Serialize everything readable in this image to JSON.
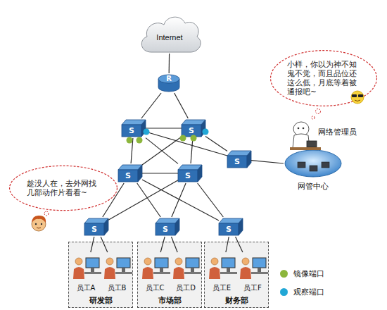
{
  "diagram": {
    "nodes": [
      {
        "text": [
          "Internet"
        ]
      },
      {
        "text": [
          "R"
        ]
      },
      {
        "text": [
          "小样，你以为神不知鬼不觉，而且品位还这么低，月底等着被通报吧~"
        ]
      },
      {
        "text": [
          "S"
        ]
      },
      {
        "text": [
          "S"
        ]
      },
      {
        "text": [
          "S"
        ]
      },
      {
        "text": [
          "S"
        ]
      },
      {
        "text": [
          "S"
        ]
      },
      {
        "text": [
          "网管中心"
        ]
      },
      {
        "text": [
          "趁没人在，去外网找几部动作片看看~"
        ]
      },
      {
        "text": [
          "S"
        ]
      },
      {
        "text": [
          "S"
        ]
      },
      {
        "text": [
          "S"
        ]
      },
      {
        "text": [
          "研发部"
        ]
      },
      {
        "text": [
          "员工A"
        ],
        "in": 13
      },
      {
        "text": [
          "员工B"
        ],
        "in": 13
      },
      {
        "text": [
          "市场部"
        ]
      },
      {
        "text": [
          "员工C"
        ],
        "in": 16
      },
      {
        "text": [
          "员工D"
        ],
        "in": 16
      },
      {
        "text": [
          "财务部"
        ]
      },
      {
        "text": [
          "员工E"
        ],
        "in": 19
      },
      {
        "text": [
          "员工F"
        ],
        "in": 19
      }
    ],
    "edges": [
      {
        "from": 0,
        "to": 1,
        "arrow": "none"
      },
      {
        "from": 1,
        "to": 3,
        "arrow": "none"
      },
      {
        "from": 1,
        "to": 4,
        "arrow": "none"
      },
      {
        "from": 3,
        "to": 4,
        "arrow": "none"
      },
      {
        "from": 3,
        "to": 5,
        "arrow": "none"
      },
      {
        "from": 3,
        "to": 6,
        "arrow": "none"
      },
      {
        "from": 4,
        "to": 5,
        "arrow": "none"
      },
      {
        "from": 4,
        "to": 6,
        "arrow": "none"
      },
      {
        "from": 5,
        "to": 6,
        "arrow": "none"
      },
      {
        "from": 3,
        "to": 7,
        "arrow": "none"
      },
      {
        "from": 4,
        "to": 7,
        "arrow": "none"
      },
      {
        "from": 7,
        "to": 8,
        "arrow": "none"
      },
      {
        "from": 5,
        "to": 10,
        "arrow": "none"
      },
      {
        "from": 5,
        "to": 11,
        "arrow": "none"
      },
      {
        "from": 5,
        "to": 12,
        "arrow": "none"
      },
      {
        "from": 6,
        "to": 10,
        "arrow": "none"
      },
      {
        "from": 6,
        "to": 11,
        "arrow": "none"
      },
      {
        "from": 6,
        "to": 12,
        "arrow": "none"
      },
      {
        "from": 10,
        "to": 14,
        "arrow": "none"
      },
      {
        "from": 10,
        "to": 15,
        "arrow": "none"
      },
      {
        "from": 11,
        "to": 17,
        "arrow": "none"
      },
      {
        "from": 11,
        "to": 18,
        "arrow": "none"
      },
      {
        "from": 12,
        "to": 20,
        "arrow": "none"
      },
      {
        "from": 12,
        "to": 21,
        "arrow": "none"
      }
    ],
    "labels": [
      "网络管理员"
    ],
    "legend": [
      {
        "text": "镜像端口",
        "color": "#8cb63c"
      },
      {
        "text": "观察端口",
        "color": "#22a7d6"
      }
    ]
  }
}
